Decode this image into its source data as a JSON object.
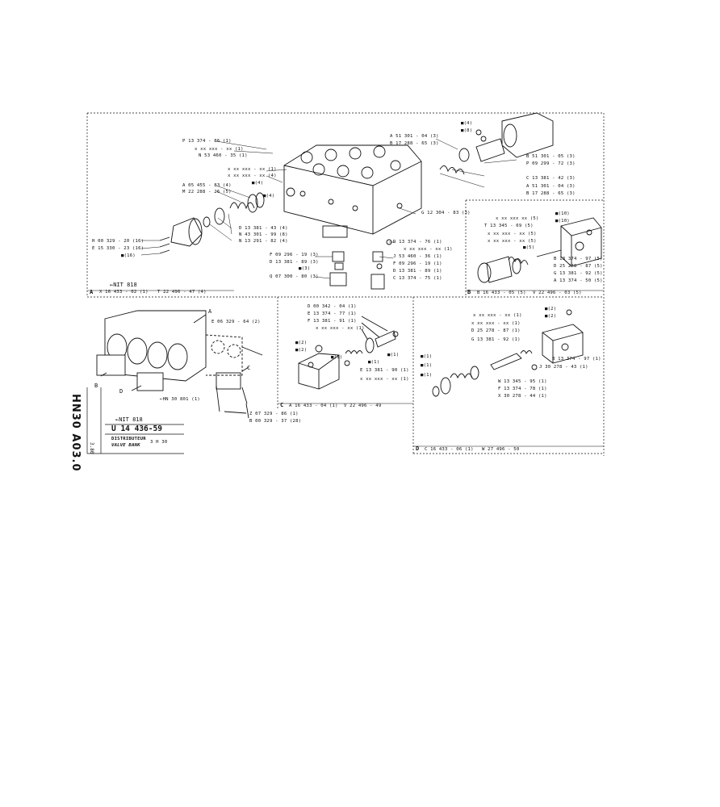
{
  "panel_a": {
    "labels": {
      "p13374": "P 13 374 - 86 (1)",
      "xx1": "x xx xxx - xx (1)",
      "n53460": "N 53 460 - 35 (1)",
      "xx2": "x xx xxx - xx (1)",
      "xx3": "x xx xxx - xx (4)",
      "sq4a": "■(4)",
      "a05455": "A 05 455 - 83 (4)",
      "m22288": "M 22 288 - 26 (5)",
      "sq4b": "■(4)",
      "d13381_43": "D 13 381 - 43 (4)",
      "n43301": "N 43 301 - 99 (8)",
      "n13291": "N 13 291 - 82 (4)",
      "h00329": "H 00 329 - 20 (16)",
      "e15330": "E 15 330 - 23 (16)",
      "sq16": "■(16)",
      "f09296_19": "F 09 296 - 19 (3)",
      "d13381_89": "D 13 381 - 89 (3)",
      "sq3": "■(3)",
      "q07300": "Q 07 300 - 80 (3)",
      "g12304": "G 12 304 - 83 (3)",
      "d13374_76": "D 13 374 - 76 (1)",
      "xx4": "x xx xxx - xx (1)",
      "j53460": "J 53 460 - 36 (1)",
      "f09296_1": "F 09 296 - 19 (1)",
      "d13381_89b": "D 13 381 - 89 (1)",
      "c13374": "C 13 374 - 75 (1)",
      "a51301_top": "A 51 301 - 04 (3)",
      "b17288_top": "B 17 288 - 65 (3)",
      "sq4c": "■(4)",
      "sq8": "■(8)",
      "b51301": "B 51 301 - 05 (3)",
      "p09299": "P 09 299 - 72 (3)",
      "c13381_42": "C 13 381 - 42 (3)",
      "a51301_bot": "A 51 301 - 04 (3)",
      "b17288_bot": "B 17 288 - 65 (3)",
      "nit": "←NIT 818",
      "footer_letter": "A",
      "footer_code": "X 16 433 - 02 (1)",
      "footer_ref": "T 22 496 - 47 (4)"
    }
  },
  "panel_b": {
    "labels": {
      "xx1": "x xx xxx  xx (5)",
      "t13345": "T 13 345 - 69 (5)",
      "xx2": "x xx xxx - xx (5)",
      "xx3": "x xx xxx - xx (5)",
      "sq5": "■(5)",
      "sq10a": "■(10)",
      "sq10b": "■(10)",
      "b13374": "B 13 374 - 97 (5)",
      "d25278": "D 25 278 - 87 (5)",
      "g13381": "G 13 381 - 92 (5)",
      "a13374": "A 13 374 - 50 (5)",
      "footer_letter": "B",
      "footer_code": "B 16 433 - 05 (5)",
      "footer_ref": "V 22 496 - 03 (5)"
    }
  },
  "panel_c": {
    "labels": {
      "d00342": "D 00 342 - 04 (1)",
      "e13374": "E 13 374 - 77 (1)",
      "f13381_91": "F 13 381 - 91 (1)",
      "xx1": "x xx xxx - xx (1)",
      "sq1a": "■(1)",
      "sq2a": "■(2)",
      "sq2b": "■(2)",
      "sq1b": "■(1)",
      "sq1c": "■(1)",
      "e13381_90": "E 13 381 - 90 (1)",
      "xx2": "x xx xxx - xx (1)",
      "footer_letter": "C",
      "footer_code": "A 16 433 - 04 (1)",
      "footer_ref": "V 22 496 - 49"
    }
  },
  "panel_d": {
    "labels": {
      "xx1": "x xx xxx - xx (1)",
      "xx2": "x xx xxx - xx (1)",
      "d25278": "D 25 278 - 87 (1)",
      "g13381": "G 13 381 - 92 (1)",
      "sq2a": "■(2)",
      "sq2b": "■(2)",
      "sq1a": "■(1)",
      "sq1b": "■(1)",
      "sq1c": "■(1)",
      "b13374": "B 13 374 - 97 (1)",
      "j30278": "J 30 278 - 43 (1)",
      "w13345": "W 13 345 - 95 (1)",
      "f13374": "F 13 374 - 78 (1)",
      "x30278": "X 30 278 - 44 (1)",
      "footer_letter": "D",
      "footer_code": "C 16 433 - 06 (1)",
      "footer_ref": "W 27 496 - 50"
    }
  },
  "assembly": {
    "labels": {
      "a": "A",
      "b": "B",
      "c": "C",
      "d": "D",
      "e06329": "E 06 329 - 64 (2)",
      "hn30": "←HN 30 801 (1)",
      "z07329": "Z 07 329 - 86 (1)",
      "b00329": "B 00 329 - 37 (28)"
    }
  },
  "title_block": {
    "nit": "←NIT 818",
    "part_number": "U 14 436-59",
    "name_fr": "DISTRIBUTEUR",
    "name_en": "VALVE BANK",
    "model": "3 H 30",
    "side_code": "HN30 A03.0",
    "side_small": "3.80"
  }
}
